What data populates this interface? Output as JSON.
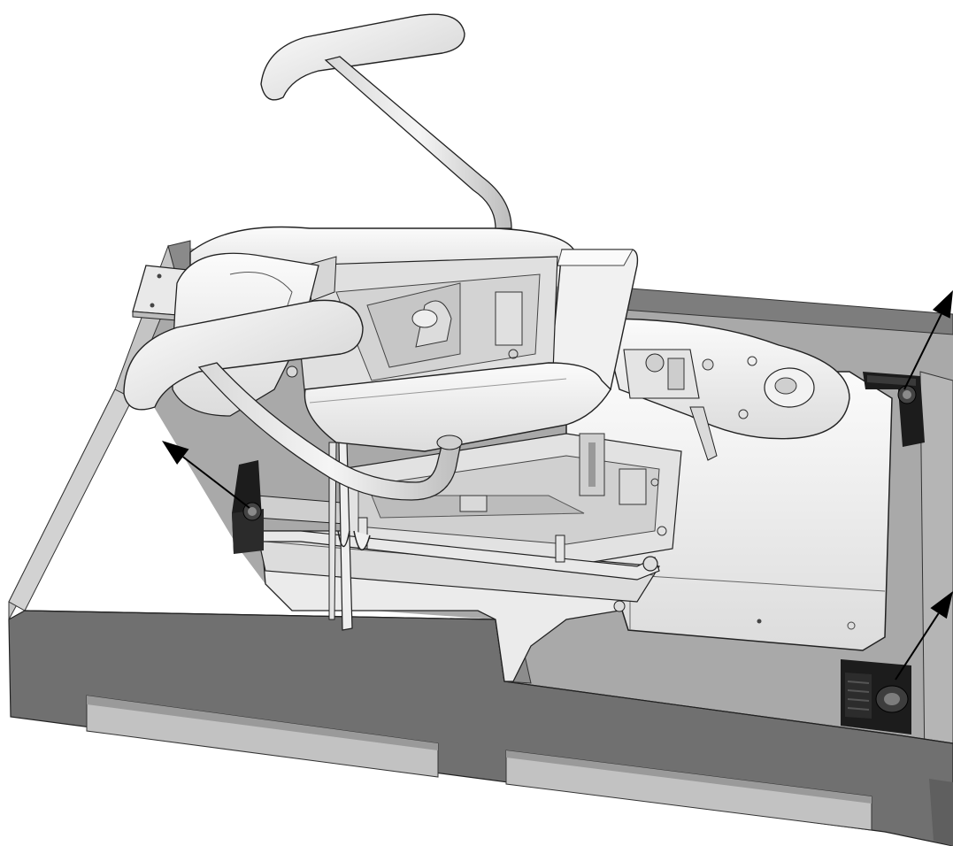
{
  "figure": {
    "subject": "chair-assembly-on-shipping-pallet",
    "callout_arrows": [
      {
        "id": "arrow-left-bracket",
        "direction": "up-left"
      },
      {
        "id": "arrow-right-upper-bracket",
        "direction": "up-right"
      },
      {
        "id": "arrow-right-lower-bracket",
        "direction": "up-right"
      }
    ],
    "colors": {
      "pallet_dark": "#707070",
      "pallet_mid": "#8c8c8c",
      "pallet_floor": "#a9a9a9",
      "pallet_light": "#c4c4c4",
      "part_light": "#e9e9e9",
      "part_white": "#f4f4f4",
      "bracket": "#1c1c1c",
      "arrow": "#000000"
    }
  }
}
